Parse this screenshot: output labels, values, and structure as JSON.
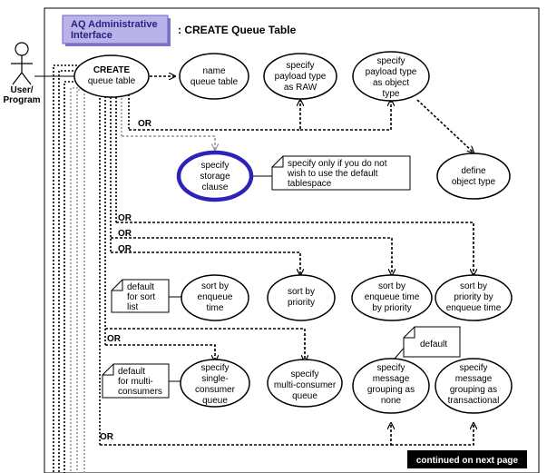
{
  "header": {
    "interface_line1": "AQ Administrative",
    "interface_line2": "Interface",
    "title": ": CREATE Queue Table"
  },
  "actor": {
    "line1": "User/",
    "line2": "Program"
  },
  "nodes": {
    "create": {
      "line1": "CREATE",
      "line2": "queue table"
    },
    "name": {
      "line1": "name",
      "line2": "queue table"
    },
    "raw": {
      "line1": "specify",
      "line2": "payload type",
      "line3": "as RAW"
    },
    "object": {
      "line1": "specify",
      "line2": "payload type",
      "line3": "as object",
      "line4": "type"
    },
    "storage": {
      "line1": "specify",
      "line2": "storage",
      "line3": "clause"
    },
    "define": {
      "line1": "define",
      "line2": "object type"
    },
    "sort_enq": {
      "line1": "sort by",
      "line2": "enqueue",
      "line3": "time"
    },
    "sort_pri": {
      "line1": "sort by",
      "line2": "priority"
    },
    "sort_enq_pri": {
      "line1": "sort by",
      "line2": "enqueue time",
      "line3": "by priority"
    },
    "sort_pri_enq": {
      "line1": "sort by",
      "line2": "priority by",
      "line3": "enqueue time"
    },
    "single": {
      "line1": "specify",
      "line2": "single-",
      "line3": "consumer",
      "line4": "queue"
    },
    "multi": {
      "line1": "specify",
      "line2": "multi-consumer",
      "line3": "queue"
    },
    "grp_none": {
      "line1": "specify",
      "line2": "message",
      "line3": "grouping as",
      "line4": "none"
    },
    "grp_trans": {
      "line1": "specify",
      "line2": "message",
      "line3": "grouping as",
      "line4": "transactional"
    }
  },
  "notes": {
    "storage": {
      "line1": "specify only if you do not",
      "line2": "wish to use the default",
      "line3": "tablespace"
    },
    "sort": {
      "line1": "default",
      "line2": "for sort",
      "line3": "list"
    },
    "multi": {
      "line1": "default",
      "line2": "for multi-",
      "line3": "consumers"
    },
    "grouping": {
      "line1": "default"
    }
  },
  "or_labels": {
    "or1": "OR",
    "or2": "OR",
    "or3": "OR",
    "or4": "OR",
    "or5": "OR",
    "or6": "OR"
  },
  "footer": {
    "continued": "continued on next page"
  },
  "colors": {
    "header_fill": "#b9b3ea",
    "header_text": "#2b2280",
    "storage_ring": "#2e22b8"
  }
}
